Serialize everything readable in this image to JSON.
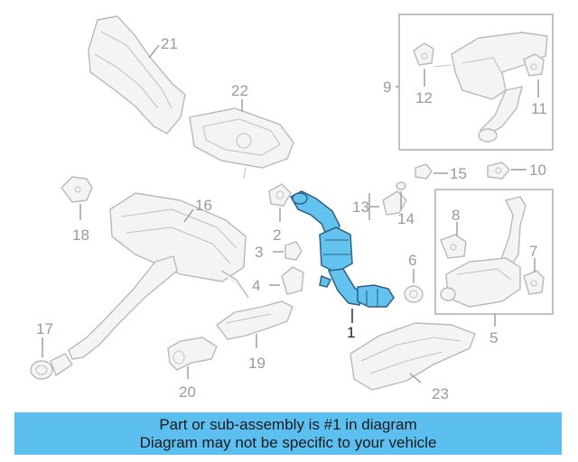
{
  "diagram": {
    "highlight_color": "#62c3ee",
    "callouts": {
      "c1": "1",
      "c2": "2",
      "c3": "3",
      "c4": "4",
      "c5": "5",
      "c6": "6",
      "c7": "7",
      "c8": "8",
      "c9": "9",
      "c10": "10",
      "c11": "11",
      "c12": "12",
      "c13": "13",
      "c14": "14",
      "c15": "15",
      "c16": "16",
      "c17": "17",
      "c18": "18",
      "c19": "19",
      "c20": "20",
      "c21": "21",
      "c22": "22",
      "c23": "23"
    }
  },
  "banner": {
    "line1": "Part or sub-assembly is #1 in diagram",
    "line2": "Diagram may not be specific to your vehicle",
    "color": "#5bc0f0"
  }
}
